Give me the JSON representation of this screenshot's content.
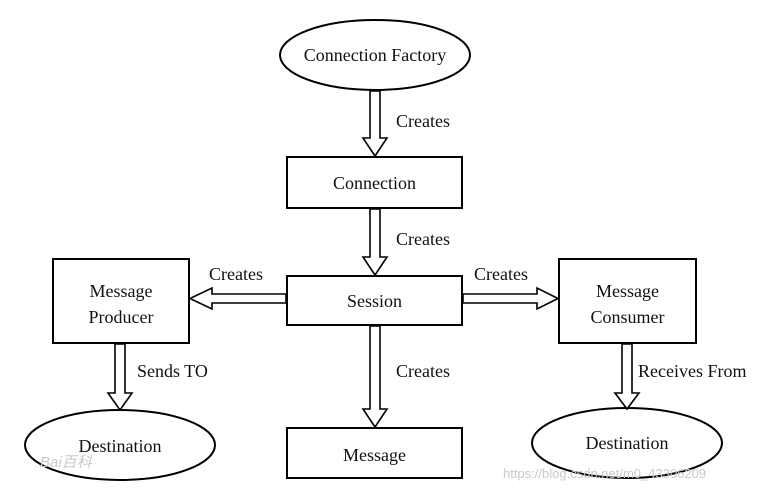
{
  "nodes": {
    "connection_factory": "Connection Factory",
    "connection": "Connection",
    "session": "Session",
    "message_producer": [
      "Message",
      "Producer"
    ],
    "message_consumer": [
      "Message",
      "Consumer"
    ],
    "message": "Message",
    "destination_left": "Destination",
    "destination_right": "Destination"
  },
  "edges": {
    "factory_to_connection": "Creates",
    "connection_to_session": "Creates",
    "session_to_producer": "Creates",
    "session_to_consumer": "Creates",
    "session_to_message": "Creates",
    "producer_to_destination": "Sends TO",
    "consumer_from_destination": "Receives From"
  },
  "watermarks": {
    "baidu": "Bai百科",
    "url": "https://blog.csdn.net/m0_43306209"
  }
}
